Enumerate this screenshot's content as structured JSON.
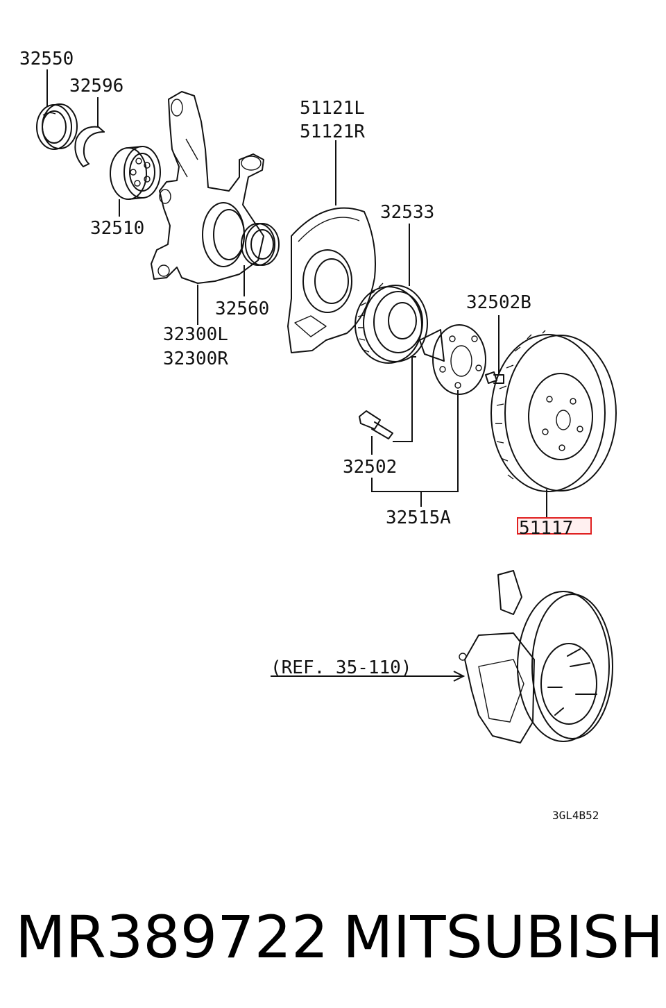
{
  "labels": {
    "l32550": "32550",
    "l32596": "32596",
    "l32510": "32510",
    "l51121L": "51121L",
    "l51121R": "51121R",
    "l32533": "32533",
    "l32560": "32560",
    "l32300L": "32300L",
    "l32300R": "32300R",
    "l32502B": "32502B",
    "l32502": "32502",
    "l32515A": "32515A",
    "l51117": "51117",
    "ref": "(REF. 35-110)",
    "code": "3GL4B52"
  },
  "highlight_color": "#e02020",
  "footer": {
    "part_number": "MR389722",
    "brand": "MITSUBISHI"
  }
}
